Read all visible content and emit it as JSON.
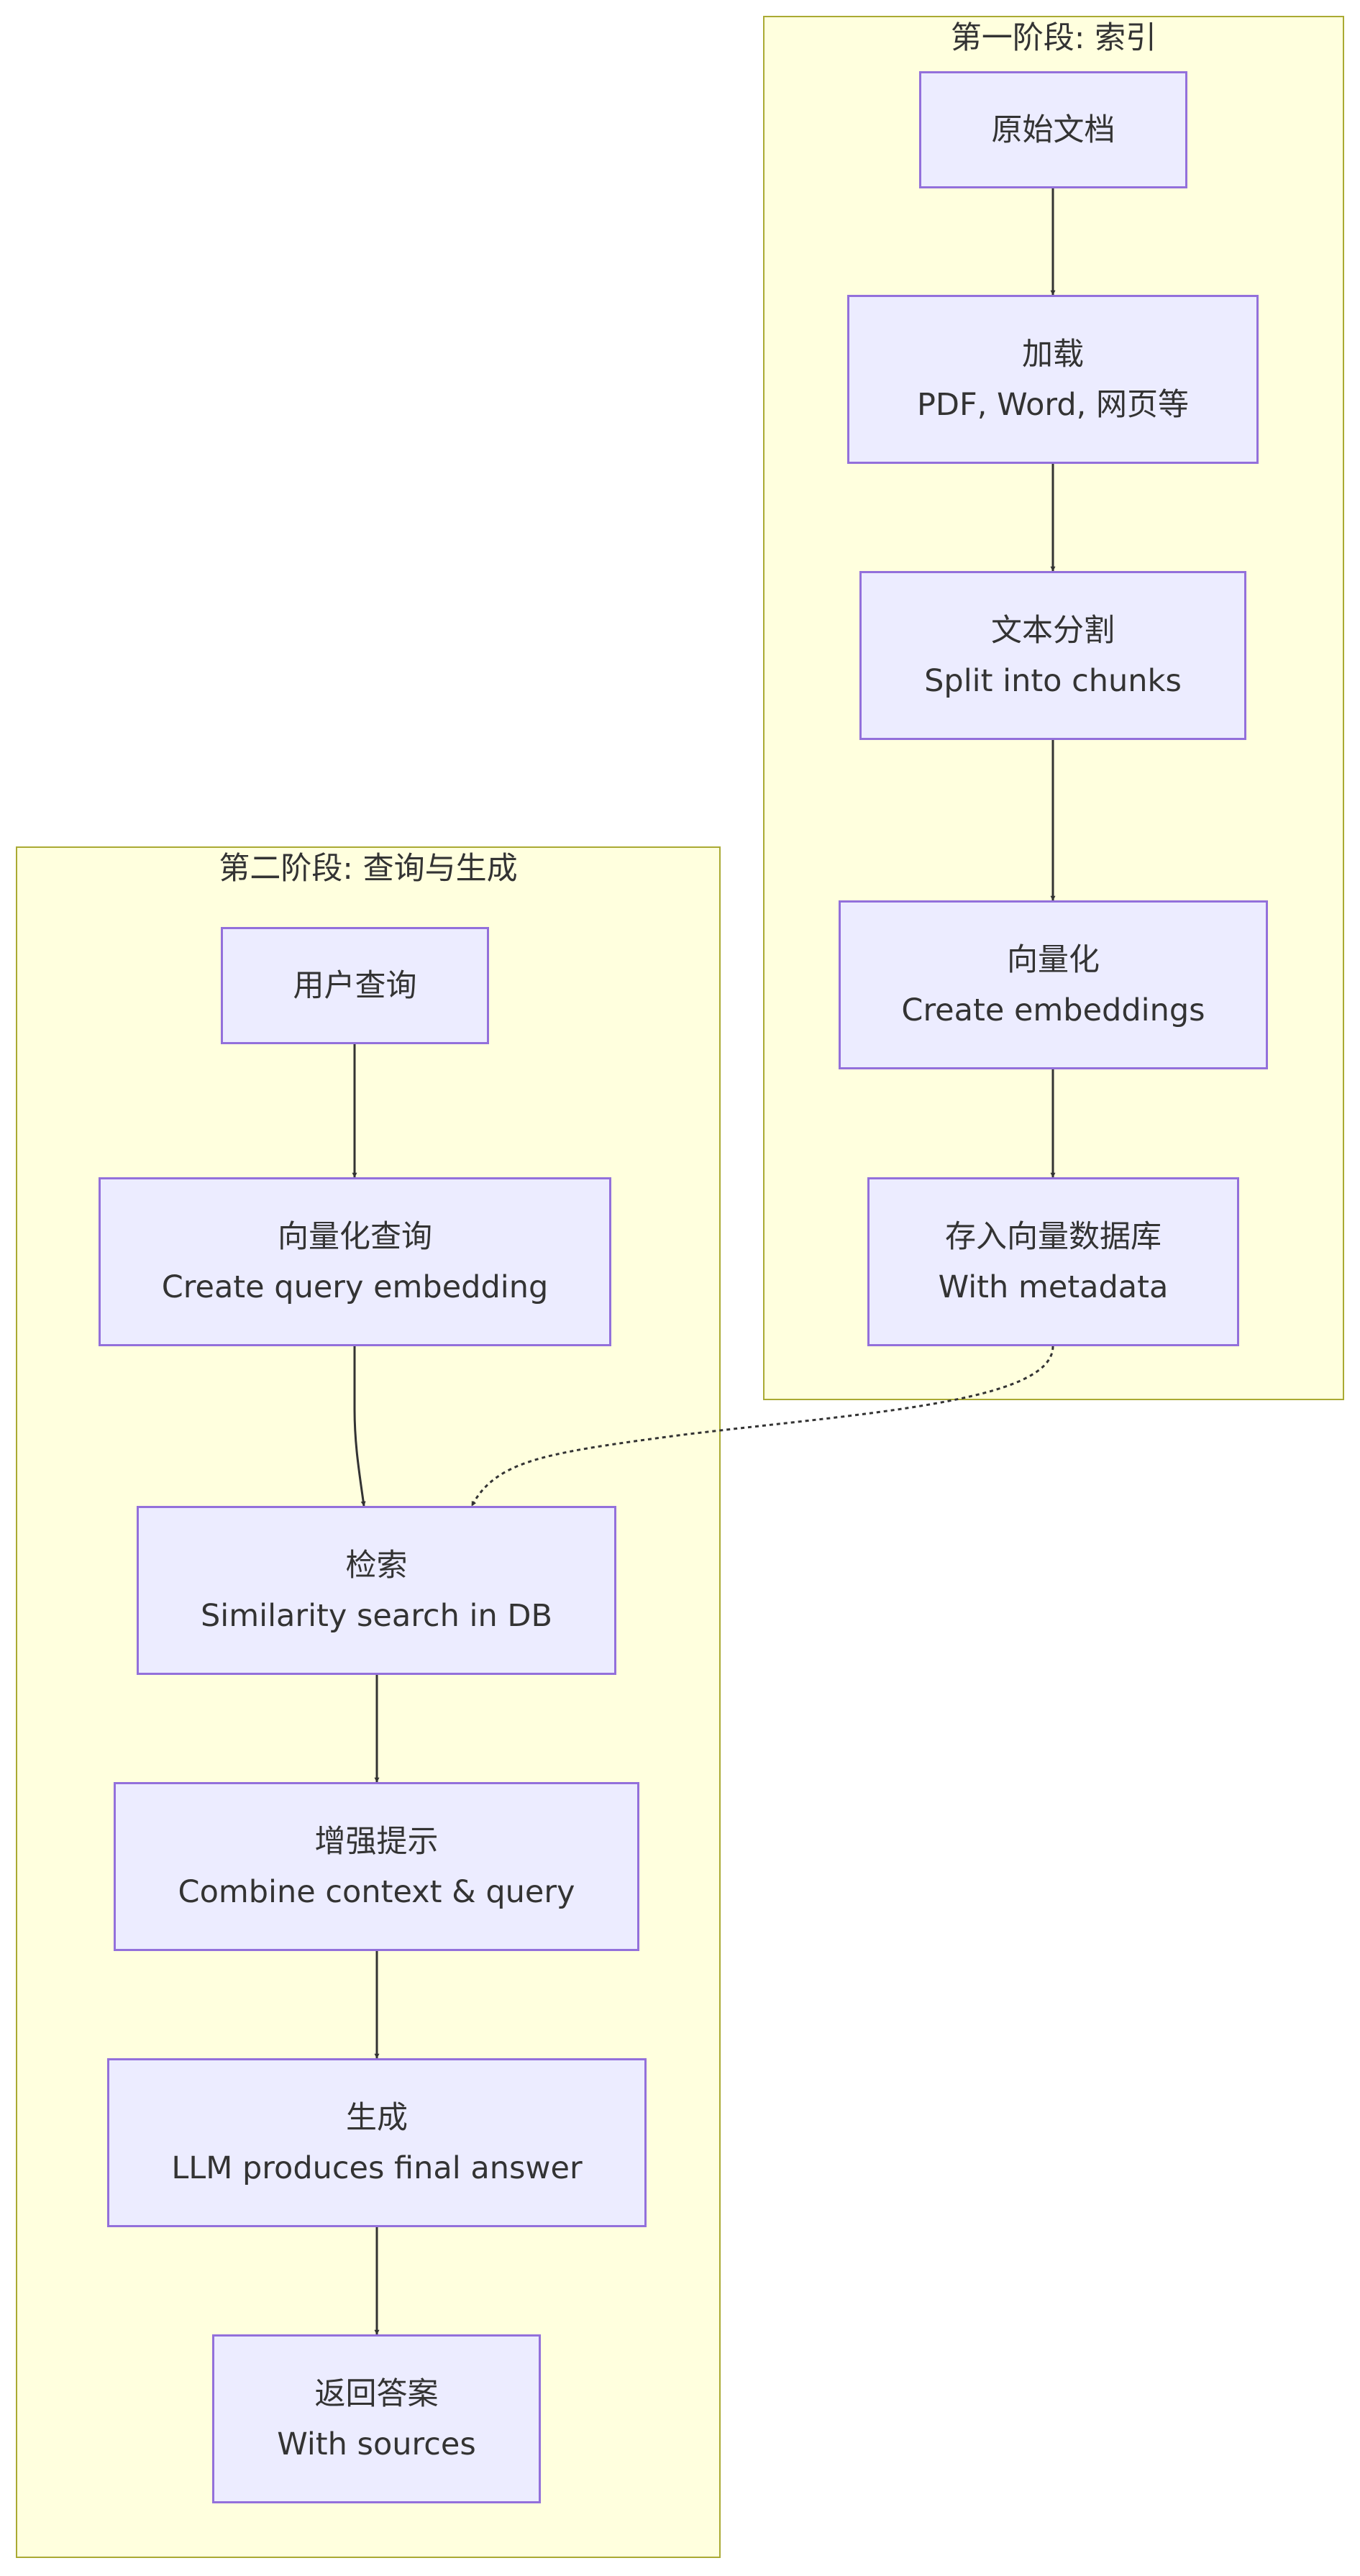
{
  "clusters": {
    "indexing": {
      "title": "第一阶段: 索引"
    },
    "query": {
      "title": "第二阶段: 查询与生成"
    }
  },
  "nodes": {
    "raw_docs": {
      "line1": "原始文档"
    },
    "load": {
      "line1": "加载",
      "line2": "PDF, Word, 网页等"
    },
    "split": {
      "line1": "文本分割",
      "line2": "Split into chunks"
    },
    "embed": {
      "line1": "向量化",
      "line2": "Create embeddings"
    },
    "store": {
      "line1": "存入向量数据库",
      "line2": "With metadata"
    },
    "user_query": {
      "line1": "用户查询"
    },
    "embed_query": {
      "line1": "向量化查询",
      "line2": "Create query embedding"
    },
    "retrieve": {
      "line1": "检索",
      "line2": "Similarity search in DB"
    },
    "augment": {
      "line1": "增强提示",
      "line2": "Combine context & query"
    },
    "generate": {
      "line1": "生成",
      "line2": "LLM produces final answer"
    },
    "answer": {
      "line1": "返回答案",
      "line2": "With sources"
    }
  },
  "colors": {
    "cluster_fill": "#ffffde",
    "cluster_border": "#aaaa33",
    "node_fill": "#ececff",
    "node_border": "#9370db",
    "edge": "#333333"
  }
}
